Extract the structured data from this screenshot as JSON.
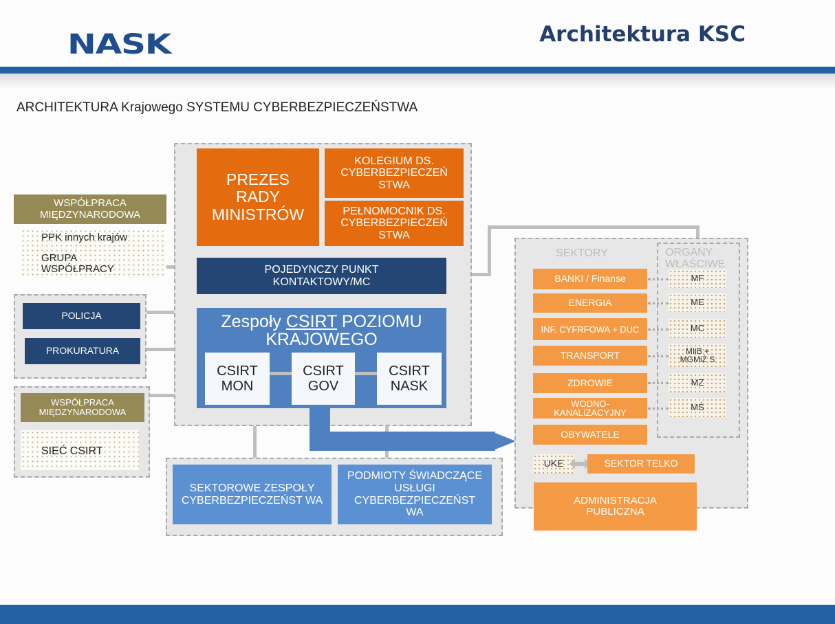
{
  "header": {
    "logo_text": "NASK",
    "slide_title": "Architektura KSC",
    "accent_color": "#2660a4"
  },
  "subtitle": "ARCHITEKTURA Krajowego SYSTEMU CYBERBEZPIECZEŃSTWA",
  "center": {
    "prezes": "PREZES RADY MINISTRÓW",
    "kolegium": "KOLEGIUM DS. CYBERBEZPIECZEŃ STWA",
    "pelnomocnik": "PEŁNOMOCNIK DS. CYBERBEZPIECZEŃ STWA",
    "ppk": "POJEDYNCZY PUNKT KONTAKTOWY/MC",
    "csirt_title_prefix": "Zespoły ",
    "csirt_title_link": "CSIRT",
    "csirt_title_suffix": " POZIOMU KRAJOWEGO",
    "csirt_mon": "CSIRT MON",
    "csirt_gov": "CSIRT GOV",
    "csirt_nask": "CSIRT NASK"
  },
  "left": {
    "wspolpraca_1": "WSPÓŁPRACA MIĘDZYNARODOWA",
    "ppk_innych": "PPK innych krajów",
    "grupa": "GRUPA WSPÓŁPRACY",
    "policja": "POLICJA",
    "prokuratura": "PROKURATURA",
    "wspolpraca_2": "WSPÓŁPRACA MIĘDZYNARODOWA",
    "siec_csirt": "SIEĆ CSIRT"
  },
  "bottom": {
    "sektorowe": "SEKTOROWE ZESPOŁY CYBERBEZPIECZEŃST WA",
    "podmioty": "PODMIOTY ŚWIADCZĄCE USŁUGI CYBERBEZPIECZEŃST WA"
  },
  "right": {
    "sektory_label": "SEKTORY",
    "organy_label": "ORGANY WŁAŚCIWE",
    "sectors": [
      "BANKI / Finanse",
      "ENERGIA",
      "INF. CYFRFOWA + DUC",
      "TRANSPORT",
      "ZDROWIE",
      "WODNO-KANALIZACYJNY",
      "OBYWATELE"
    ],
    "organs": [
      "MF",
      "ME",
      "MC",
      "MIiB + MGMiŻ S",
      "MZ",
      "MŚ"
    ],
    "uke": "UKE",
    "sektor_telko": "SEKTOR TELKO",
    "administracja": "ADMINISTRACJA PUBLICZNA"
  }
}
